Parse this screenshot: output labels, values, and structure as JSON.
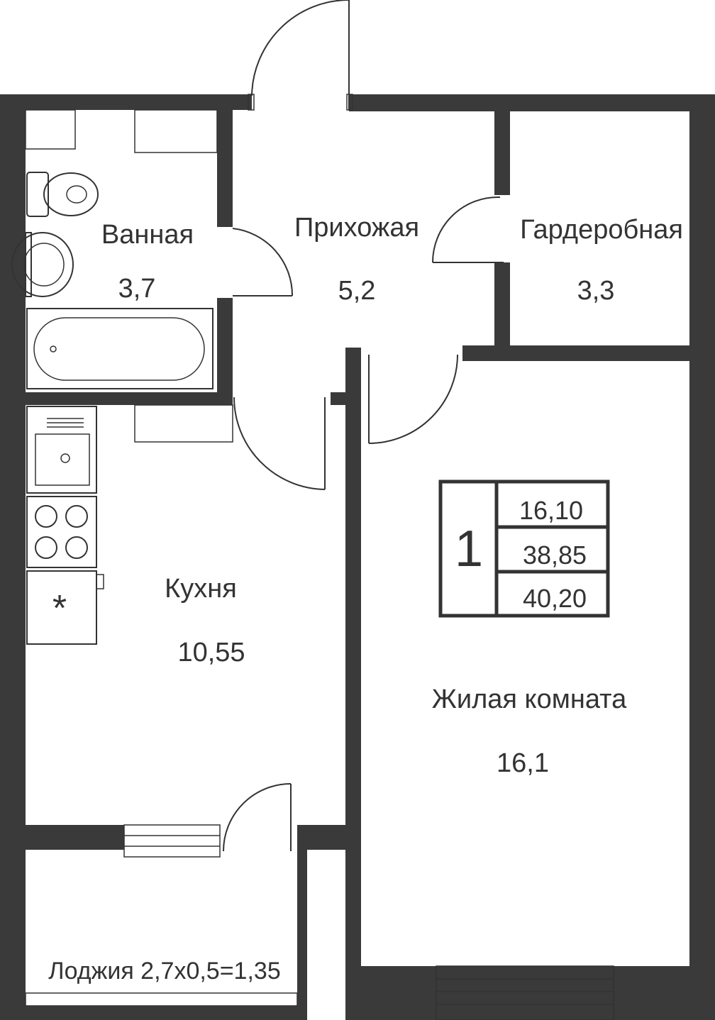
{
  "rooms": {
    "bathroom": {
      "label": "Ванная",
      "area": "3,7"
    },
    "hallway": {
      "label": "Прихожая",
      "area": "5,2"
    },
    "wardrobe": {
      "label": "Гардеробная",
      "area": "3,3"
    },
    "kitchen": {
      "label": "Кухня",
      "area": "10,55"
    },
    "living": {
      "label": "Жилая комната",
      "area": "16,1"
    },
    "loggia": {
      "label": "Лоджия 2,7х0,5=1,35"
    }
  },
  "summary": {
    "rooms_count": "1",
    "living_area": "16,10",
    "total_area": "38,85",
    "total_with_loggia": "40,20"
  },
  "fridge_symbol": "*",
  "colors": {
    "wall": "#3a3a3a",
    "line": "#333333",
    "background": "#ffffff"
  }
}
